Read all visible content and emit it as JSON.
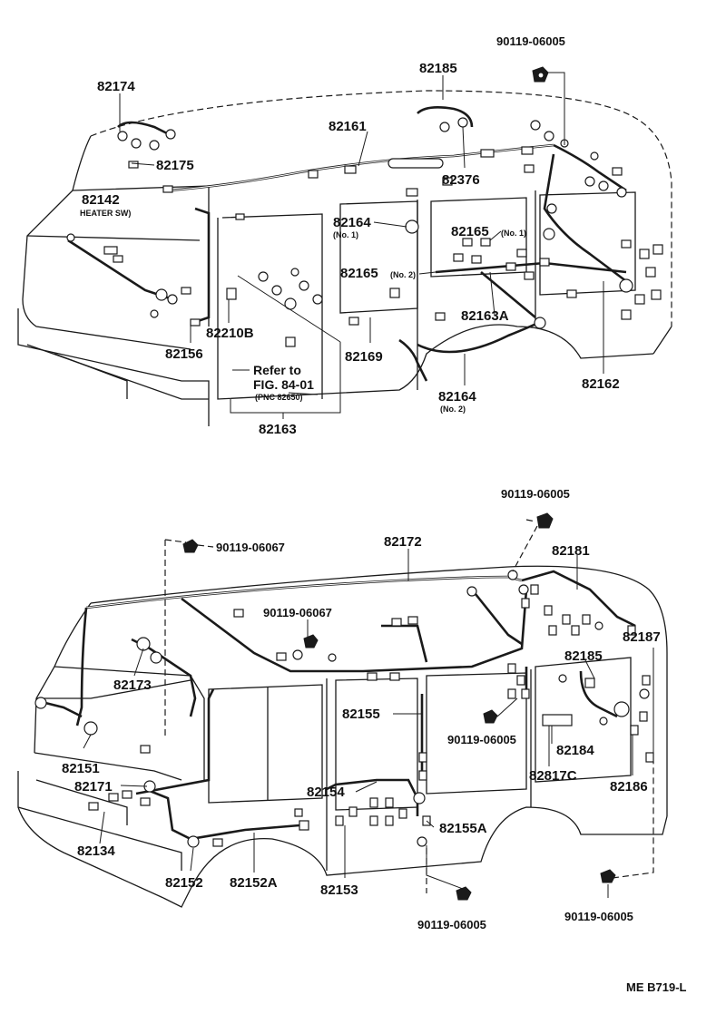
{
  "top_view": {
    "labels": {
      "p_90119_06005_a": "90119-06005",
      "p_82185_a": "82185",
      "p_82174": "82174",
      "p_82161": "82161",
      "p_82175": "82175",
      "p_82142": "82142",
      "p_82142_note": "HEATER SW)",
      "p_82376": "82376",
      "p_82164_a": "82164",
      "p_82164_a_note": "(No. 1)",
      "p_82165_a": "82165",
      "p_82165_a_note": "(No. 1)",
      "p_82165_b": "82165",
      "p_82165_b_note": "(No. 2)",
      "p_82163a": "82163A",
      "p_82156": "82156",
      "p_82210b": "82210B",
      "p_82169": "82169",
      "p_82164_b": "82164",
      "p_82164_b_note": "(No. 2)",
      "p_82162": "82162",
      "ref_line1": "Refer to",
      "ref_line2": "FIG. 84-01",
      "ref_line3": "(PNC 82650)",
      "p_82163": "82163"
    }
  },
  "bottom_view": {
    "labels": {
      "p_90119_06005_b": "90119-06005",
      "p_90119_06067_a": "90119-06067",
      "p_82172": "82172",
      "p_82181": "82181",
      "p_90119_06067_b": "90119-06067",
      "p_82187": "82187",
      "p_82185_b": "82185",
      "p_82173": "82173",
      "p_82155": "82155",
      "p_90119_06005_c": "90119-06005",
      "p_82184": "82184",
      "p_82151": "82151",
      "p_82817c": "82817C",
      "p_82171": "82171",
      "p_82186": "82186",
      "p_82154": "82154",
      "p_82155a": "82155A",
      "p_82134": "82134",
      "p_82152": "82152",
      "p_82152a": "82152A",
      "p_82153": "82153",
      "p_90119_06005_d": "90119-06005",
      "p_90119_06005_e": "90119-06005"
    }
  },
  "footer": {
    "code": "ME B719-L"
  }
}
